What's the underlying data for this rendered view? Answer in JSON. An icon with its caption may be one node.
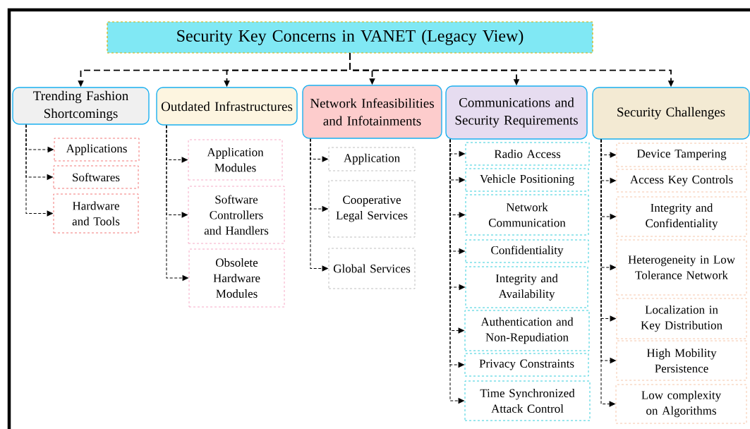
{
  "diagram": {
    "nodes": [
      {
        "text": [
          "Security Key Concerns in VANET (Legacy View)"
        ]
      },
      {
        "text": [
          "Trending Fashion Shortcomings"
        ]
      },
      {
        "text": [
          "Outdated Infrastructures"
        ]
      },
      {
        "text": [
          "Network Infeasibilities and Infotainments"
        ]
      },
      {
        "text": [
          "Communications and Security Requirements"
        ]
      },
      {
        "text": [
          "Security Challenges"
        ]
      },
      {
        "text": [
          "Applications"
        ]
      },
      {
        "text": [
          "Softwares"
        ]
      },
      {
        "text": [
          "Hardware and Tools"
        ]
      },
      {
        "text": [
          "Application Modules"
        ]
      },
      {
        "text": [
          "Software Controllers and Handlers"
        ]
      },
      {
        "text": [
          "Obsolete Hardware Modules"
        ]
      },
      {
        "text": [
          "Application"
        ]
      },
      {
        "text": [
          "Cooperative Legal Services"
        ]
      },
      {
        "text": [
          "Global Services"
        ]
      },
      {
        "text": [
          "Radio Access"
        ]
      },
      {
        "text": [
          "Vehicle Positioning"
        ]
      },
      {
        "text": [
          "Network Communication"
        ]
      },
      {
        "text": [
          "Confidentiality"
        ]
      },
      {
        "text": [
          "Integrity and Availability"
        ]
      },
      {
        "text": [
          "Authentication and Non-Repudiation"
        ]
      },
      {
        "text": [
          "Privacy Constraints"
        ]
      },
      {
        "text": [
          "Time Synchronized Attack Control"
        ]
      },
      {
        "text": [
          "Device Tampering"
        ]
      },
      {
        "text": [
          "Access Key Controls"
        ]
      },
      {
        "text": [
          "Integrity and Confidentiality"
        ]
      },
      {
        "text": [
          "Heterogeneity in Low Tolerance Network"
        ]
      },
      {
        "text": [
          "Localization in Key Distribution"
        ]
      },
      {
        "text": [
          "High Mobility Persistence"
        ]
      },
      {
        "text": [
          "Low complexity on Algorithms"
        ]
      }
    ],
    "edges": [
      {
        "from": 0,
        "to": 1,
        "arrow": "to",
        "style": "dashed"
      },
      {
        "from": 0,
        "to": 2,
        "arrow": "to",
        "style": "dashed"
      },
      {
        "from": 0,
        "to": 3,
        "arrow": "to",
        "style": "dashed"
      },
      {
        "from": 0,
        "to": 4,
        "arrow": "to",
        "style": "dashed"
      },
      {
        "from": 0,
        "to": 5,
        "arrow": "to",
        "style": "dashed"
      },
      {
        "from": 1,
        "to": 6,
        "arrow": "to",
        "style": "dashed"
      },
      {
        "from": 1,
        "to": 7,
        "arrow": "to",
        "style": "dashed"
      },
      {
        "from": 1,
        "to": 8,
        "arrow": "to",
        "style": "dashed"
      },
      {
        "from": 2,
        "to": 9,
        "arrow": "to",
        "style": "dashed"
      },
      {
        "from": 2,
        "to": 10,
        "arrow": "to",
        "style": "dashed"
      },
      {
        "from": 2,
        "to": 11,
        "arrow": "to",
        "style": "dashed"
      },
      {
        "from": 3,
        "to": 12,
        "arrow": "to",
        "style": "dashed"
      },
      {
        "from": 3,
        "to": 13,
        "arrow": "to",
        "style": "dashed"
      },
      {
        "from": 3,
        "to": 14,
        "arrow": "to",
        "style": "dashed"
      },
      {
        "from": 4,
        "to": 15,
        "arrow": "to",
        "style": "dashed"
      },
      {
        "from": 4,
        "to": 16,
        "arrow": "to",
        "style": "dashed"
      },
      {
        "from": 4,
        "to": 17,
        "arrow": "to",
        "style": "dashed"
      },
      {
        "from": 4,
        "to": 18,
        "arrow": "to",
        "style": "dashed"
      },
      {
        "from": 4,
        "to": 19,
        "arrow": "to",
        "style": "dashed"
      },
      {
        "from": 4,
        "to": 20,
        "arrow": "to",
        "style": "dashed"
      },
      {
        "from": 4,
        "to": 21,
        "arrow": "to",
        "style": "dashed"
      },
      {
        "from": 4,
        "to": 22,
        "arrow": "to",
        "style": "dashed"
      },
      {
        "from": 5,
        "to": 23,
        "arrow": "to",
        "style": "dashed"
      },
      {
        "from": 5,
        "to": 24,
        "arrow": "to",
        "style": "dashed"
      },
      {
        "from": 5,
        "to": 25,
        "arrow": "to",
        "style": "dashed"
      },
      {
        "from": 5,
        "to": 26,
        "arrow": "to",
        "style": "dashed"
      },
      {
        "from": 5,
        "to": 27,
        "arrow": "to",
        "style": "dashed"
      },
      {
        "from": 5,
        "to": 28,
        "arrow": "to",
        "style": "dashed"
      },
      {
        "from": 5,
        "to": 29,
        "arrow": "to",
        "style": "dashed"
      }
    ]
  }
}
